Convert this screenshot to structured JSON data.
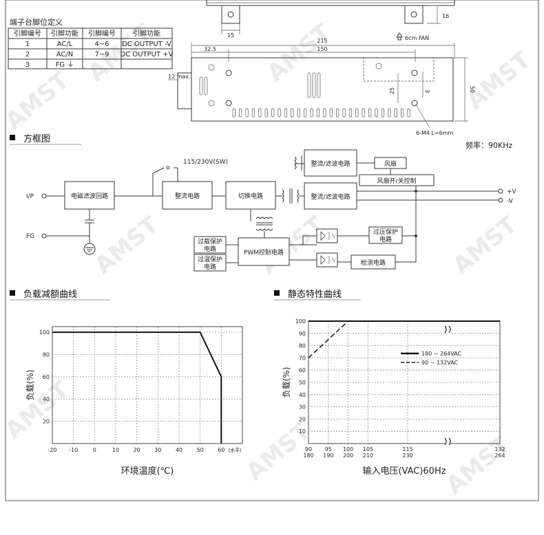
{
  "pin_table": {
    "title": "端子台脚位定义",
    "headers": [
      "引脚编号",
      "引脚功能",
      "引脚编号",
      "引脚功能"
    ],
    "rows": [
      [
        "1",
        "AC/L",
        "4~6",
        "DC OUTPUT -V"
      ],
      [
        "2",
        "AC/N",
        "7~9",
        "DC OUTPUT +V"
      ],
      [
        "3",
        "FG ⏚",
        "",
        ""
      ]
    ]
  },
  "mech": {
    "dim_15": "15",
    "dim_16": "16",
    "dim_215": "215",
    "dim_32_5": "32.5",
    "dim_150": "150",
    "dim_12max": "12 max.",
    "dim_25": "25",
    "dim_3": "3",
    "dim_50": "50",
    "fan_label": "6cm FAN",
    "screw_label": "6-M4 L=6mm"
  },
  "block": {
    "section_title": "方框图",
    "freq_label": "频率：90KHz",
    "ip": "I/P",
    "fg": "FG",
    "switch_label": "115/230V(SW)",
    "emi_filter": "电磁滤波回路",
    "rectifier": "整流电路",
    "switching": "切换电路",
    "rect_filter_top": "整流/滤波电路",
    "rect_filter_main": "整流/滤波电路",
    "fan": "风扇",
    "fan_ctrl": "风扇开/关控制",
    "out_pos": "+V",
    "out_neg": "-V",
    "olp_1": "过载保护",
    "olp_2": "电路",
    "otp_1": "过温保护",
    "otp_2": "电路",
    "pwm": "PWM控制电路",
    "ovp_1": "过压保护",
    "ovp_2": "电路",
    "detect": "检测电路"
  },
  "derating": {
    "section_title": "负载减额曲线"
  },
  "static": {
    "section_title": "静态特性曲线"
  },
  "chart_data": [
    {
      "type": "line",
      "x": [
        -20,
        50,
        60,
        60
      ],
      "series": [
        {
          "values": [
            100,
            100,
            60,
            0
          ]
        }
      ],
      "xticks": [
        "-20",
        "-10",
        "0",
        "10",
        "20",
        "30",
        "40",
        "50",
        "60"
      ],
      "x_unit_label": "(水平)",
      "yticks": [
        "100",
        "80",
        "60",
        "40",
        "20"
      ],
      "xlabel": "环境温度(℃)",
      "ylabel": "负载(%)",
      "xlim": [
        -20,
        70
      ],
      "ylim": [
        0,
        105
      ],
      "grid": true
    },
    {
      "type": "line",
      "x_top_ticks": [
        "90",
        "95",
        "100",
        "105",
        "115",
        "132"
      ],
      "x_bottom_ticks": [
        "180",
        "190",
        "200",
        "210",
        "230",
        "264"
      ],
      "yticks": [
        "100",
        "90",
        "80",
        "70",
        "60",
        "50",
        "40",
        "30",
        "20",
        "10"
      ],
      "xlabel": "输入电压(VAC)60Hz",
      "ylabel": "负载(%)",
      "ylim": [
        0,
        100
      ],
      "series": [
        {
          "name": "180 ~ 264VAC",
          "x": [
            90,
            132
          ],
          "values": [
            100,
            100
          ]
        },
        {
          "name": "90 ~ 132VAC",
          "x": [
            90,
            100
          ],
          "values": [
            70,
            100
          ]
        }
      ],
      "grid": true,
      "legend": "top-right"
    }
  ]
}
